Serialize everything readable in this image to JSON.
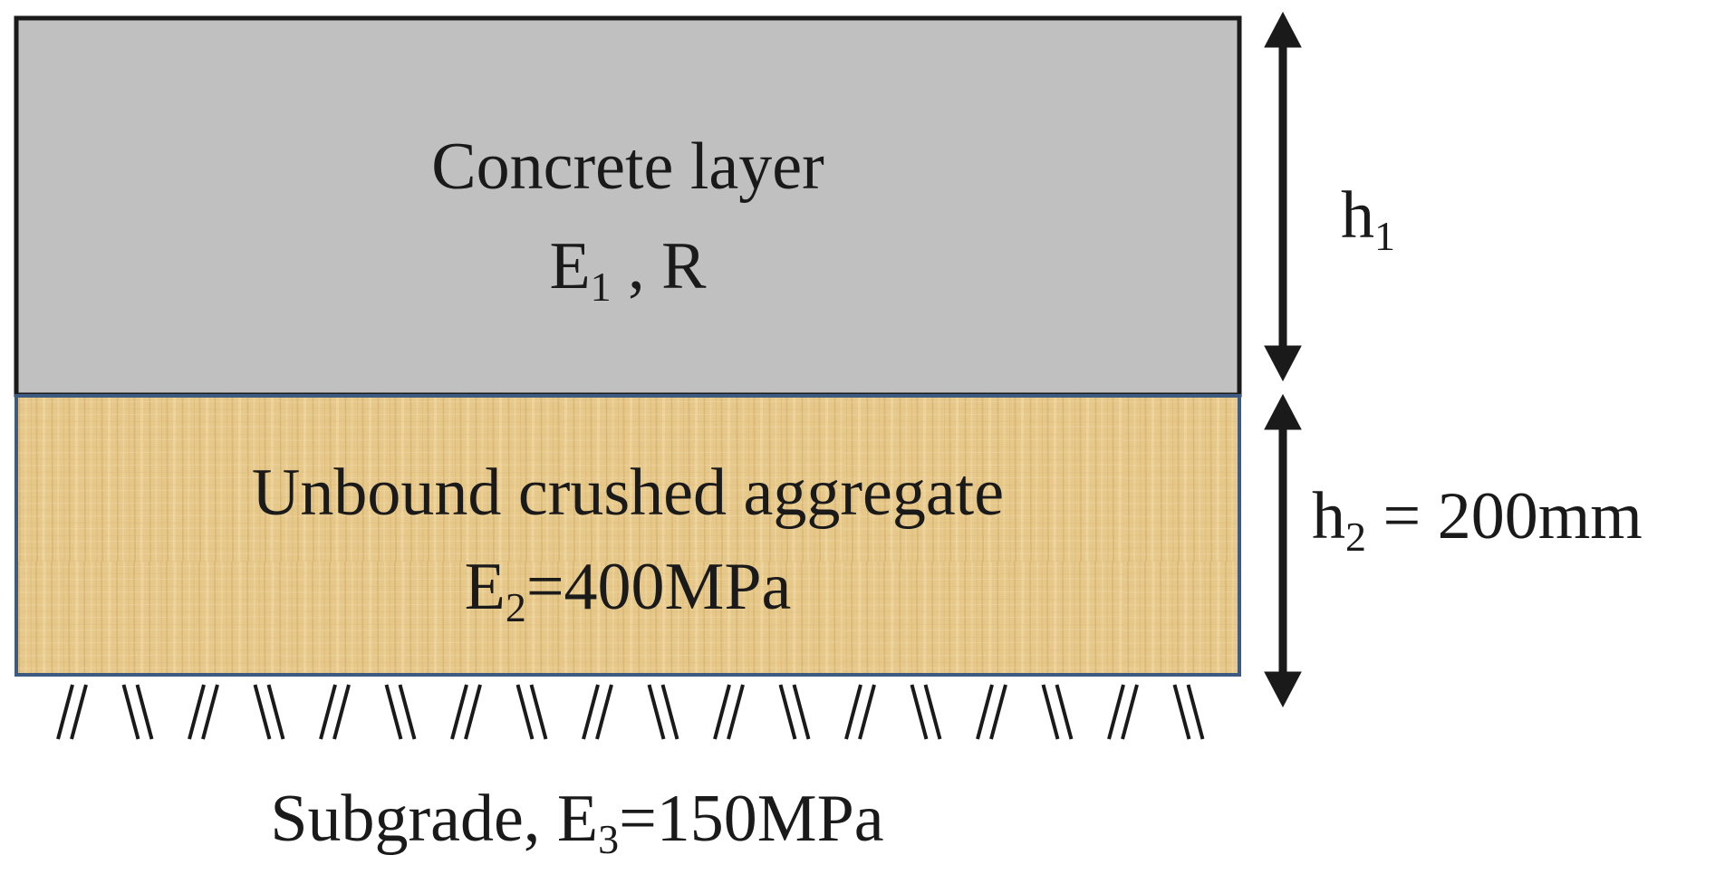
{
  "layers": {
    "concrete": {
      "title": "Concrete layer",
      "prop_symbol": "E",
      "prop_sub": "1",
      "prop_rest": " , R",
      "fill": "#c0c0c0"
    },
    "aggregate": {
      "title": "Unbound crushed aggregate",
      "prop_symbol": "E",
      "prop_sub": "2",
      "prop_rest": "=400MPa",
      "fill": "#e6c88a"
    },
    "subgrade": {
      "prefix": "Subgrade, ",
      "prop_symbol": "E",
      "prop_sub": "3",
      "prop_rest": "=150MPa"
    }
  },
  "dimensions": {
    "h1": {
      "symbol": "h",
      "sub": "1",
      "rest": ""
    },
    "h2": {
      "symbol": "h",
      "sub": "2",
      "rest": " = 200mm"
    }
  },
  "colors": {
    "outline": "#1a1a1a",
    "aggregate_border": "#3d5a80"
  }
}
